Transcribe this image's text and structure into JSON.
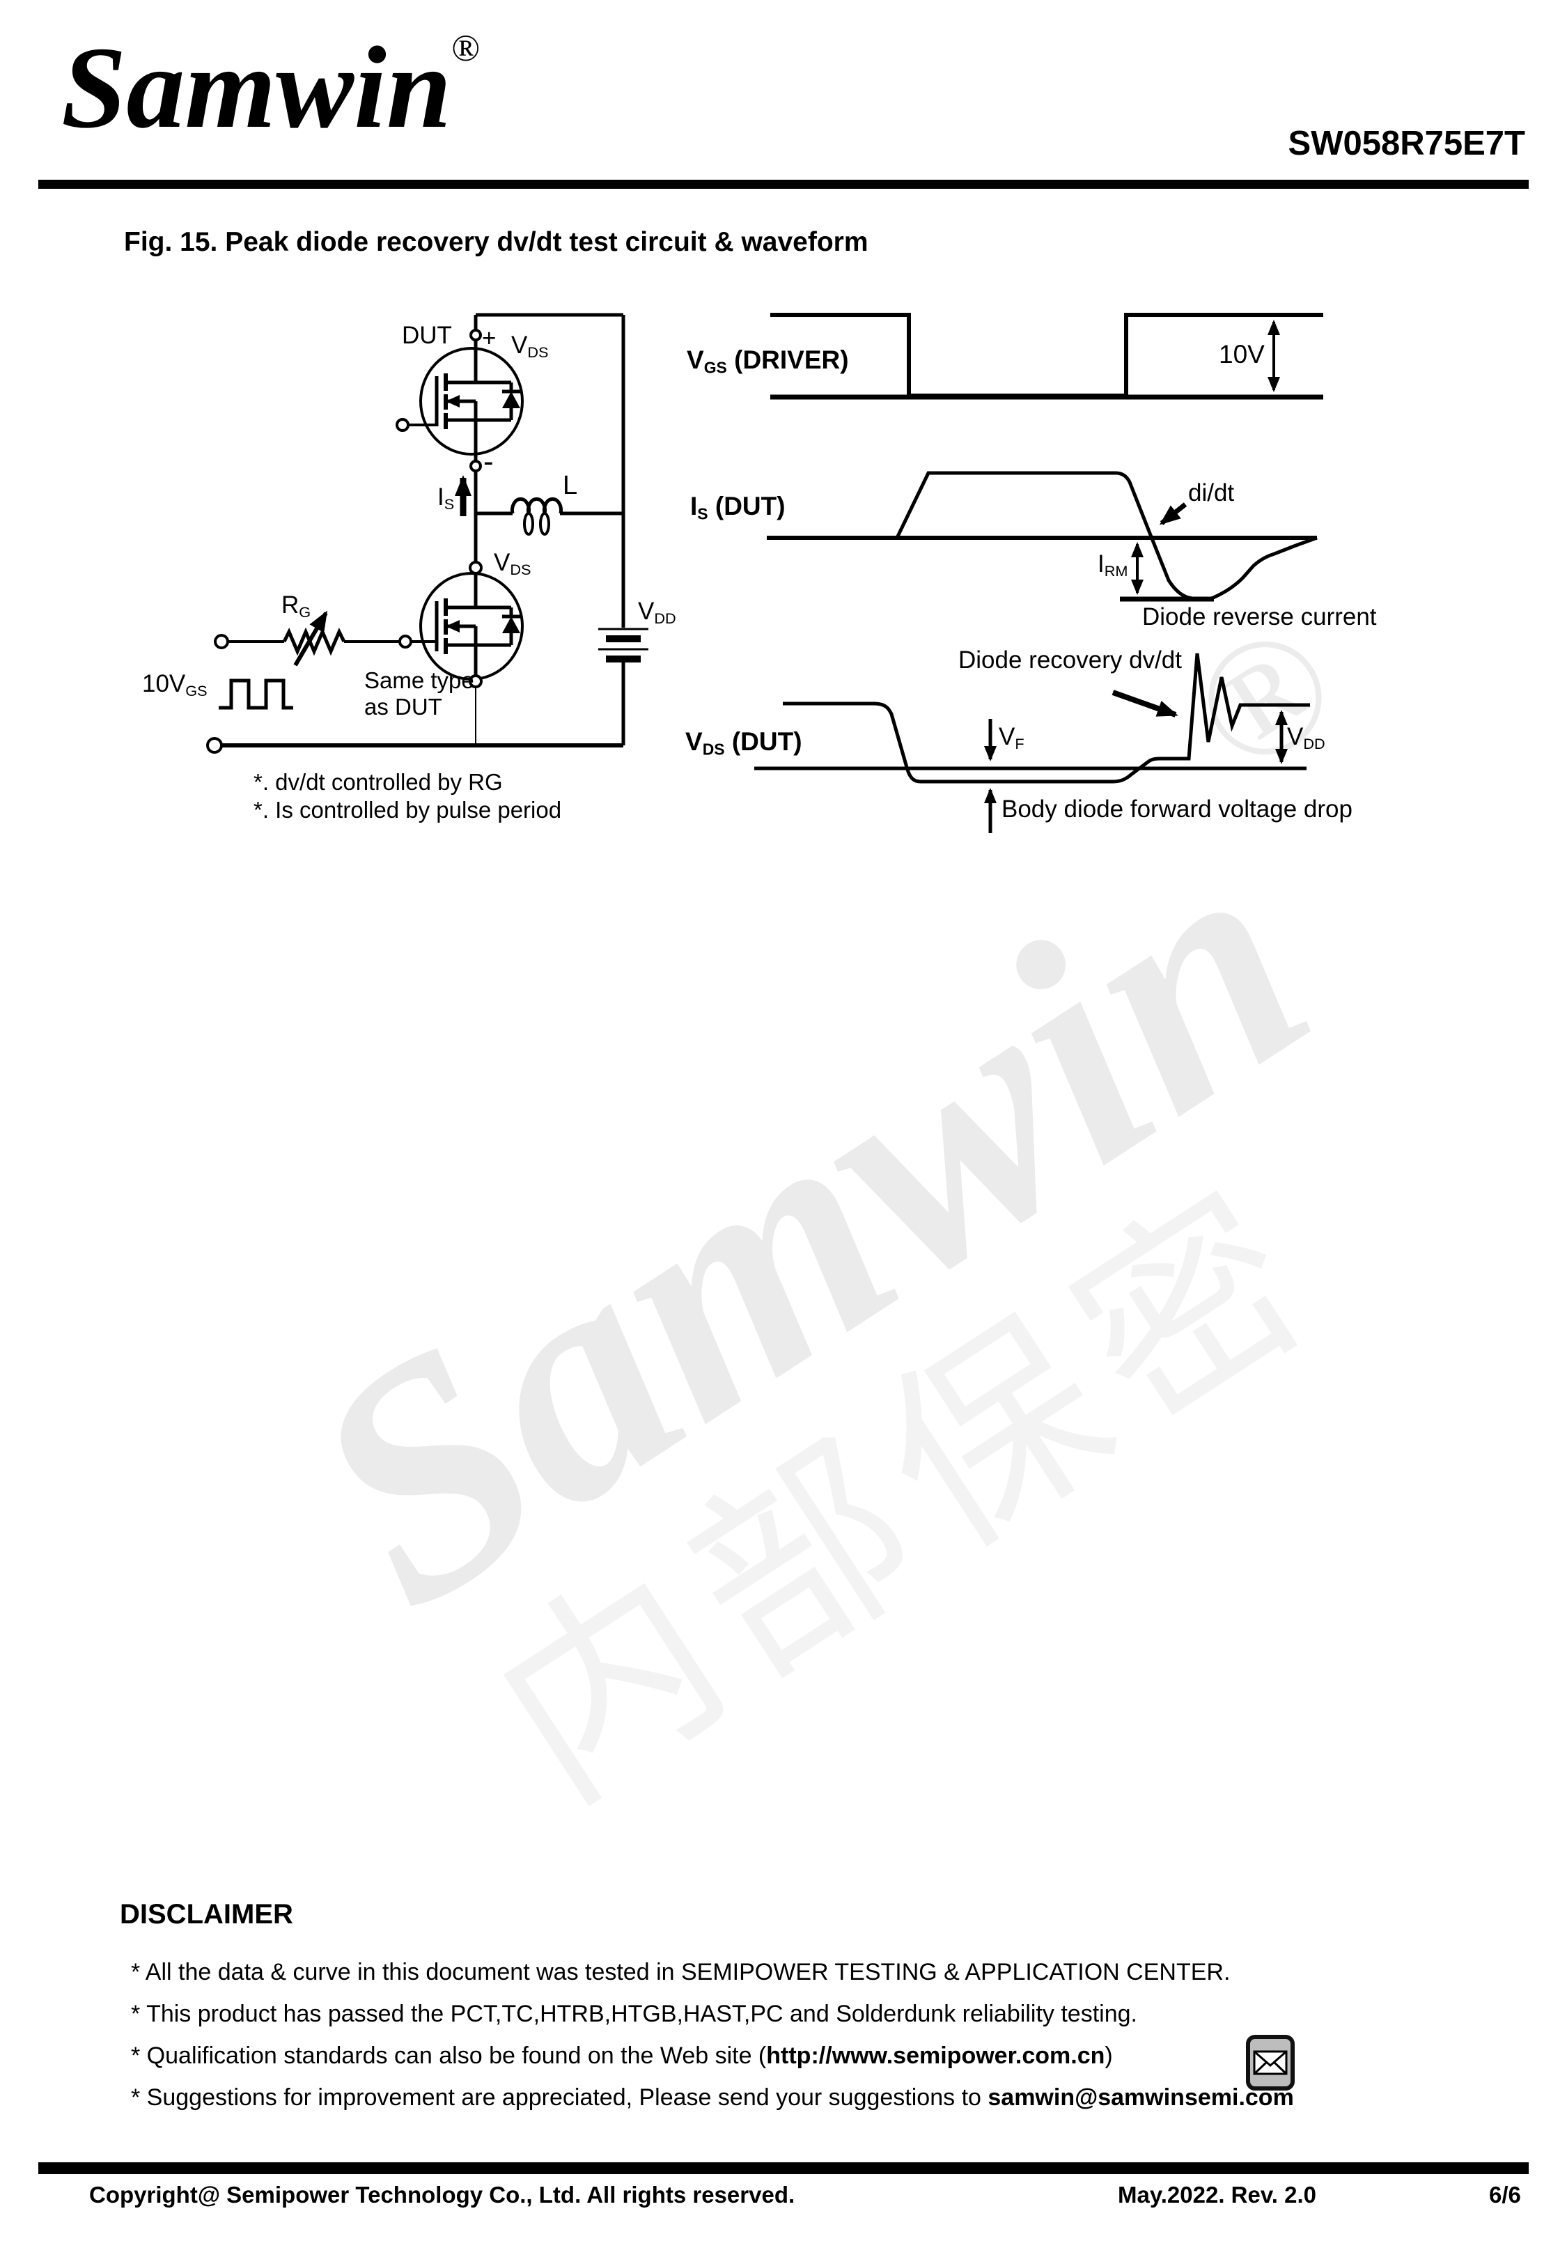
{
  "header": {
    "logo": "Samwin",
    "registered": "®",
    "part_number": "SW058R75E7T"
  },
  "figure_title": "Fig. 15. Peak diode recovery dv/dt test circuit & waveform",
  "circuit": {
    "dut_label": "DUT",
    "plus": "+",
    "minus": "-",
    "vds_top": {
      "main": "V",
      "sub": "DS"
    },
    "is": {
      "main": "I",
      "sub": "S"
    },
    "inductor": "L",
    "rg": {
      "main": "R",
      "sub": "G"
    },
    "vgs_source": {
      "main": "10V",
      "sub": "GS"
    },
    "same_type_line1": "Same type",
    "same_type_line2": "as DUT",
    "vds_lower": {
      "main": "V",
      "sub": "DS"
    },
    "vdd": {
      "main": "V",
      "sub": "DD"
    },
    "notes": [
      "*. dv/dt controlled by RG",
      "*. Is controlled by pulse period"
    ]
  },
  "waveform": {
    "vgs_driver": {
      "main": "V",
      "sub": "GS",
      "rest": " (DRIVER)"
    },
    "is_dut": {
      "main": "I",
      "sub": "S",
      "rest": " (DUT)"
    },
    "vds_dut": {
      "main": "V",
      "sub": "DS",
      "rest": " (DUT)"
    },
    "ten_v": "10V",
    "didt": "di/dt",
    "irm": {
      "main": "I",
      "sub": "RM"
    },
    "diode_reverse_current": "Diode reverse current",
    "diode_recovery_dvdt": "Diode recovery dv/dt",
    "vf": {
      "main": "V",
      "sub": "F"
    },
    "vdd": {
      "main": "V",
      "sub": "DD"
    },
    "body_diode": "Body diode forward voltage drop"
  },
  "watermark": {
    "text": "Samwin",
    "registered": "®",
    "cn": "内部保密"
  },
  "disclaimer": {
    "heading": "DISCLAIMER",
    "lines": [
      {
        "prefix": "* All the data & curve in this document was tested in SEMIPOWER TESTING & APPLICATION CENTER.",
        "bold": "",
        "suffix": ""
      },
      {
        "prefix": "* This product has passed the PCT,TC,HTRB,HTGB,HAST,PC and Solderdunk reliability testing.",
        "bold": "",
        "suffix": ""
      },
      {
        "prefix": "* Qualification standards can also be found on the Web site (",
        "bold": "http://www.semipower.com.cn",
        "suffix": ")"
      },
      {
        "prefix": "* Suggestions for improvement are appreciated, Please send your suggestions to ",
        "bold": "samwin@samwinsemi.com",
        "suffix": ""
      }
    ]
  },
  "footer": {
    "copyright": "Copyright@ Semipower Technology Co., Ltd. All rights reserved.",
    "revision": "May.2022. Rev. 2.0",
    "page": "6/6"
  }
}
